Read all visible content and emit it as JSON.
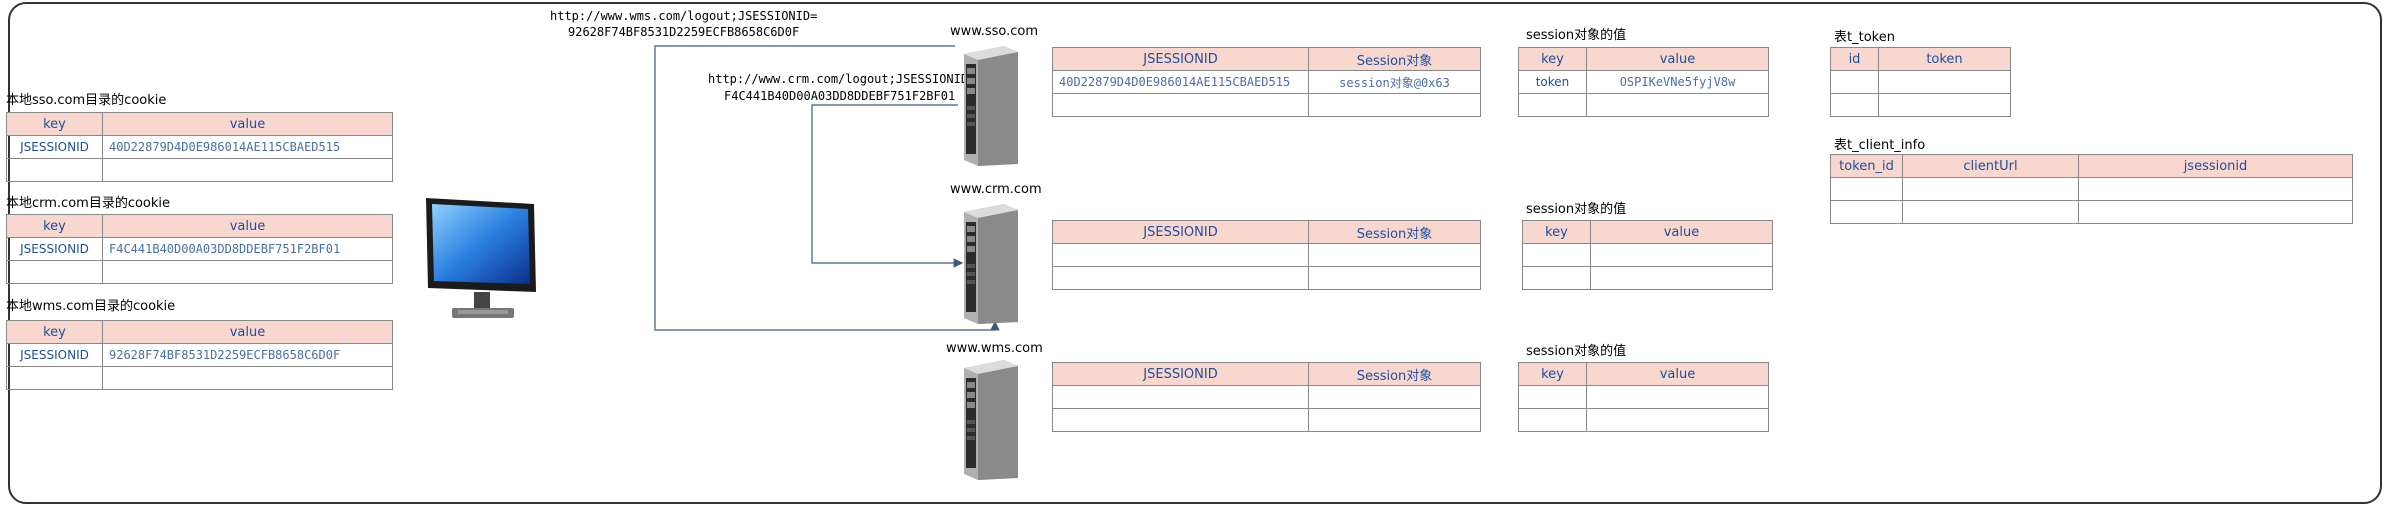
{
  "urls": {
    "wms_logout_line1": "http://www.wms.com/logout;JSESSIONID=",
    "wms_logout_line2": "92628F74BF8531D2259ECFB8658C6D0F",
    "crm_logout_line1": "http://www.crm.com/logout;JSESSIONID=",
    "crm_logout_line2": "F4C441B40D00A03DD8DDEBF751F2BF01"
  },
  "servers": {
    "sso": "www.sso.com",
    "crm": "www.crm.com",
    "wms": "www.wms.com"
  },
  "local_cookies": [
    {
      "title": "本地sso.com目录的cookie",
      "key_header": "key",
      "value_header": "value",
      "key": "JSESSIONID",
      "value": "40D22879D4D0E986014AE115CBAED515"
    },
    {
      "title": "本地crm.com目录的cookie",
      "key_header": "key",
      "value_header": "value",
      "key": "JSESSIONID",
      "value": "F4C441B40D00A03DD8DDEBF751F2BF01"
    },
    {
      "title": "本地wms.com目录的cookie",
      "key_header": "key",
      "value_header": "value",
      "key": "JSESSIONID",
      "value": "92628F74BF8531D2259ECFB8658C6D0F"
    }
  ],
  "session_tables": [
    {
      "col1": "JSESSIONID",
      "col2": "Session对象",
      "row1_c1": "40D22879D4D0E986014AE115CBAED515",
      "row1_c2": "session对象@0x63"
    },
    {
      "col1": "JSESSIONID",
      "col2": "Session对象",
      "row1_c1": "",
      "row1_c2": ""
    },
    {
      "col1": "JSESSIONID",
      "col2": "Session对象",
      "row1_c1": "",
      "row1_c2": ""
    }
  ],
  "session_values": [
    {
      "title": "session对象的值",
      "key_header": "key",
      "value_header": "value",
      "key": "token",
      "value": "OSPIKeVNe5fyjV8w"
    },
    {
      "title": "session对象的值",
      "key_header": "key",
      "value_header": "value",
      "key": "",
      "value": ""
    },
    {
      "title": "session对象的值",
      "key_header": "key",
      "value_header": "value",
      "key": "",
      "value": ""
    }
  ],
  "t_token": {
    "title": "表t_token",
    "col1": "id",
    "col2": "token"
  },
  "t_client_info": {
    "title": "表t_client_info",
    "col1": "token_id",
    "col2": "clientUrl",
    "col3": "jsessionid"
  },
  "colors": {
    "header_fill": "#f8d7cf",
    "header_text": "#1f4e9c",
    "value_text": "#4a6fa5",
    "arrow": "#3a5a80"
  },
  "icons": [
    "monitor-icon",
    "server-icon"
  ]
}
